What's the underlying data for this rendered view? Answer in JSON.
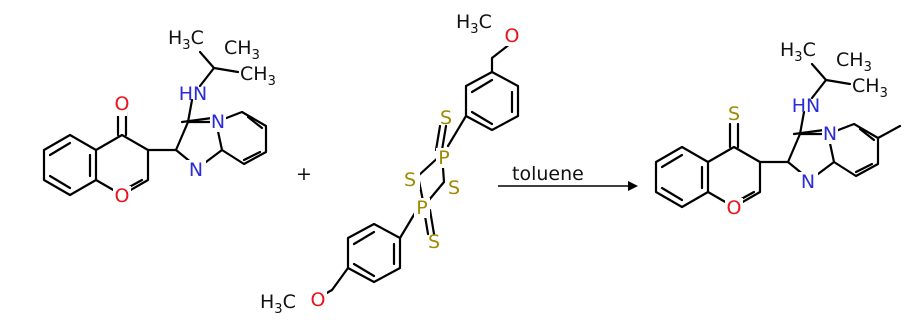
{
  "scheme": {
    "plus": "+",
    "reagent_label": "toluene",
    "colors": {
      "bond": "#000000",
      "oxygen": "#e8141b",
      "nitrogen": "#2b2bd8",
      "sulfur": "#a08a00",
      "phosphorus": "#a08a00",
      "carbon": "#000000"
    },
    "atoms": {
      "O": "O",
      "N": "N",
      "S": "S",
      "P": "P",
      "HN": "HN",
      "H": "H",
      "C": "C",
      "CH": "CH",
      "three": "3"
    }
  }
}
